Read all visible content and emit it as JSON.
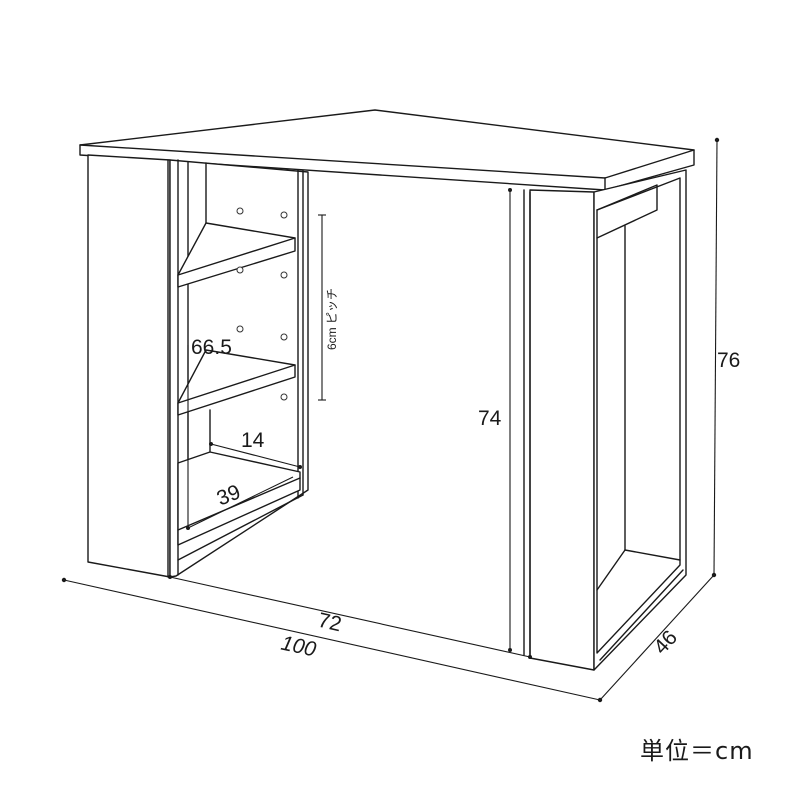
{
  "diagram": {
    "type": "furniture-dimension-drawing",
    "subject": "desk with open side shelf unit",
    "unit_note": "単位＝cm",
    "dimensions": {
      "total_width": "100",
      "inner_width": "72",
      "depth": "46",
      "total_height": "76",
      "inner_height": "74",
      "shelf_height": "66.5",
      "shelf_unit_width": "14",
      "shelf_depth": "39",
      "shelf_pitch": "6cm ピッチ"
    }
  }
}
